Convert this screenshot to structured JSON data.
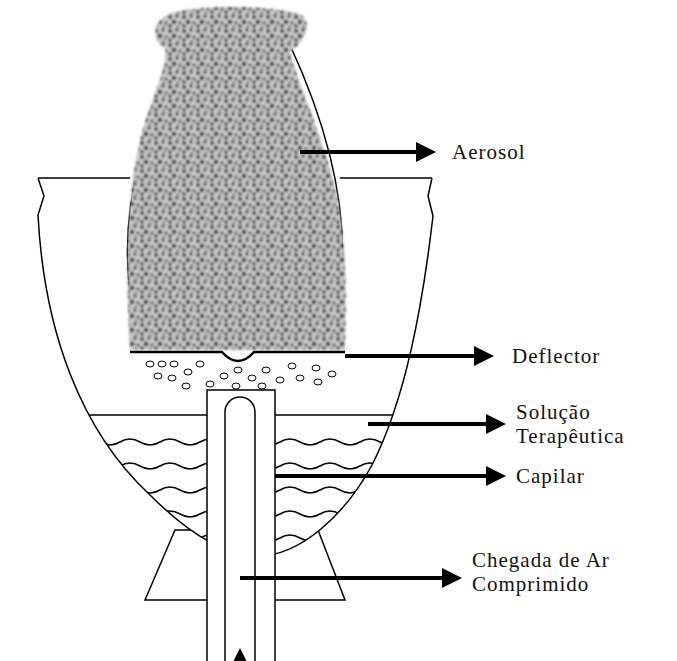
{
  "diagram": {
    "labels": [
      "Aerosol",
      "Deflector",
      "Solução Terapêutica",
      "Capilar",
      "Chegada de Ar Comprimido"
    ]
  }
}
